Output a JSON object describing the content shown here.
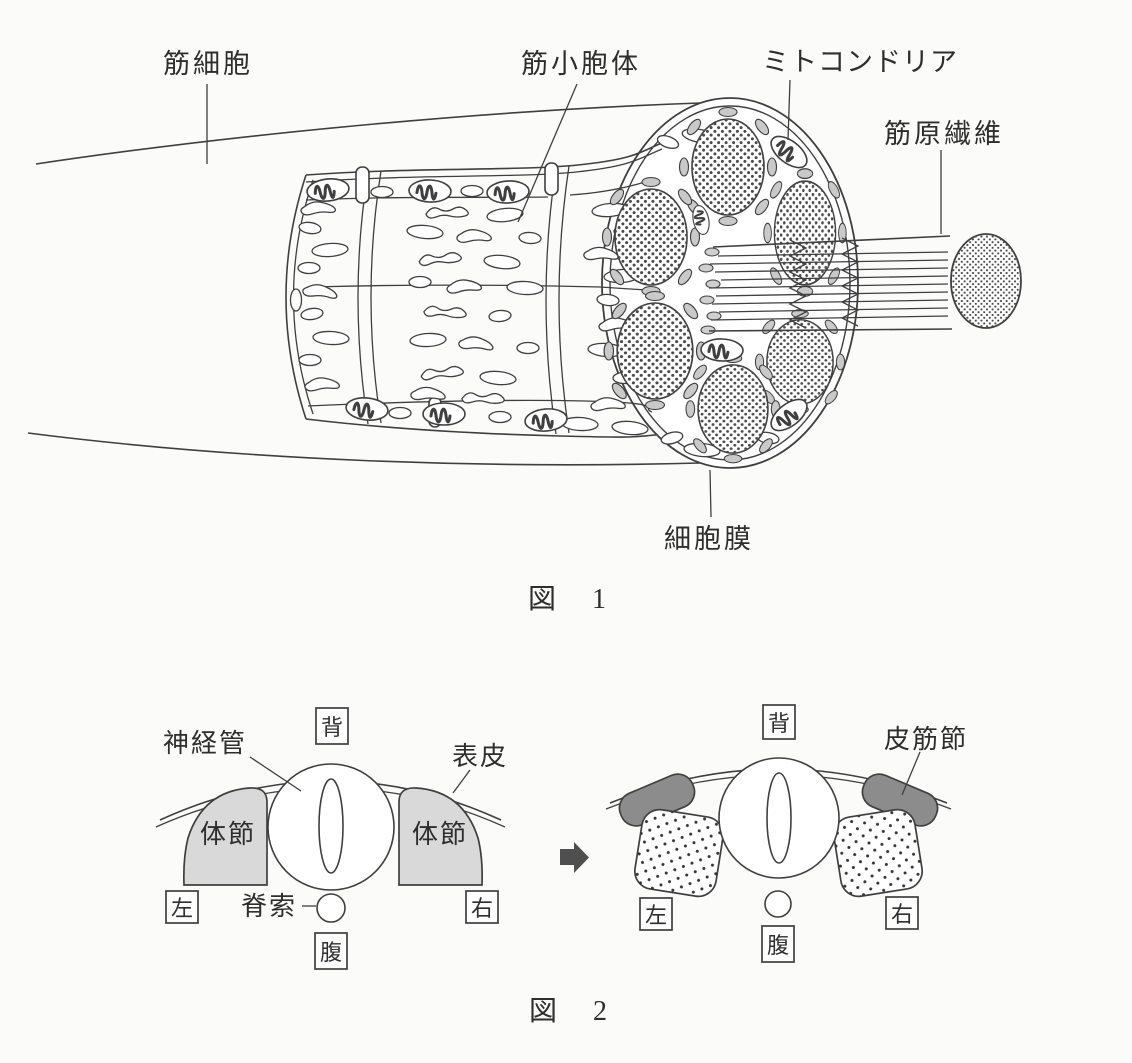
{
  "page": {
    "background": "#fbfbfa",
    "ink": "#3f3f3f"
  },
  "figure1": {
    "caption": {
      "label": "図",
      "number": "1"
    },
    "labels": {
      "muscle_cell": "筋細胞",
      "sarcoplasmic_reticulum": "筋小胞体",
      "mitochondria": "ミトコンドリア",
      "myofibril": "筋原繊維",
      "cell_membrane": "細胞膜"
    }
  },
  "figure2": {
    "caption": {
      "label": "図",
      "number": "2"
    },
    "left_panel": {
      "neural_tube": "神経管",
      "epidermis": "表皮",
      "somite_left": "体節",
      "somite_right": "体節",
      "notochord": "脊索",
      "dorsal": "背",
      "left": "左",
      "right": "右",
      "ventral": "腹"
    },
    "right_panel": {
      "dermomyotome": "皮筋節",
      "dorsal": "背",
      "left": "左",
      "right": "右",
      "ventral": "腹"
    },
    "colors": {
      "somite_fill": "#d9d9d9",
      "dermomyotome_fill": "#8c8c8c",
      "arrow_fill": "#4f4f4f"
    }
  }
}
